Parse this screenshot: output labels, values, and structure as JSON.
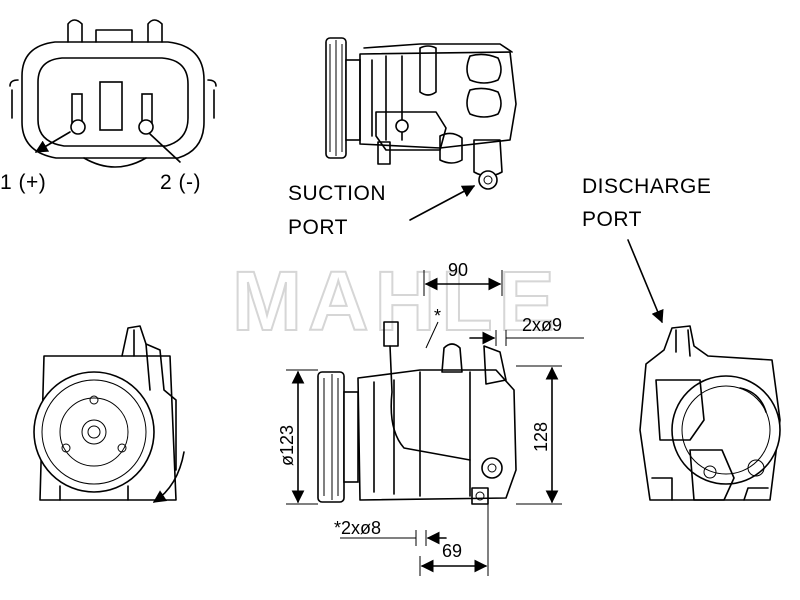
{
  "watermark": "MAHLE",
  "connector": {
    "pin1_label": "1 (+)",
    "pin2_label": "2 (-)"
  },
  "ports": {
    "suction_line1": "SUCTION",
    "suction_line2": "PORT",
    "discharge_line1": "DISCHARGE",
    "discharge_line2": "PORT"
  },
  "dimensions": {
    "top_width": "90",
    "top_holes": "2xø9",
    "star": "*",
    "diameter": "ø123",
    "height": "128",
    "bottom_holes": "*2xø8",
    "bottom_width": "69"
  }
}
